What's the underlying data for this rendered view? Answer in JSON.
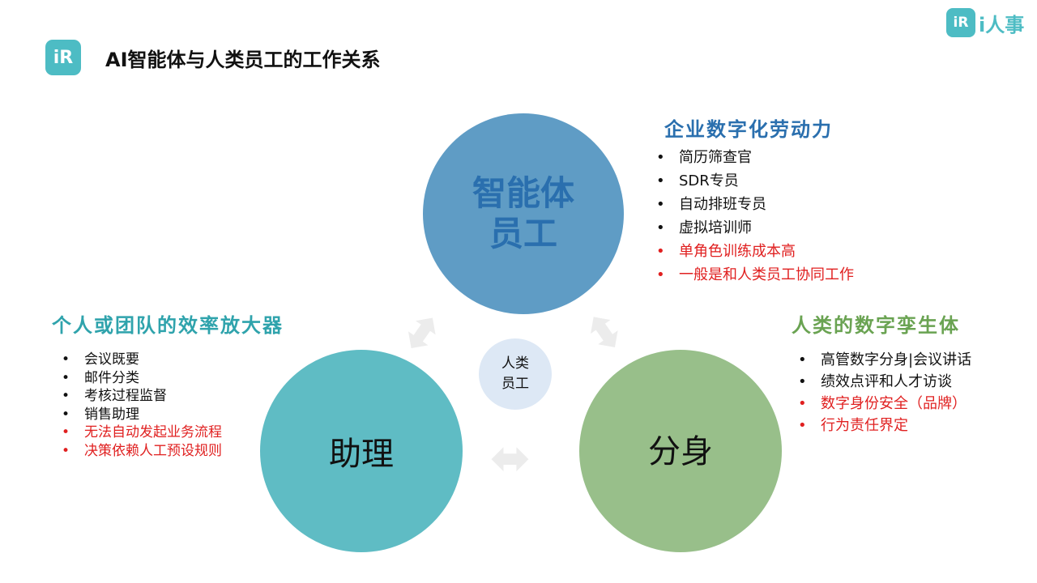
{
  "header": {
    "title": "AI智能体与人类员工的工作关系",
    "logo_text": "iR",
    "brand_name": "i人事"
  },
  "center": {
    "label_line1": "人类",
    "label_line2": "员工"
  },
  "top": {
    "circle_line1": "智能体",
    "circle_line2": "员工",
    "heading": "企业数字化劳动力",
    "items": [
      {
        "text": "简历筛查官",
        "red": false
      },
      {
        "text": "SDR专员",
        "red": false
      },
      {
        "text": "自动排班专员",
        "red": false
      },
      {
        "text": "虚拟培训师",
        "red": false
      },
      {
        "text": "单角色训练成本高",
        "red": true
      },
      {
        "text": "一般是和人类员工协同工作",
        "red": true
      }
    ]
  },
  "left": {
    "circle": "助理",
    "heading": "个人或团队的效率放大器",
    "items": [
      {
        "text": "会议既要",
        "red": false
      },
      {
        "text": "邮件分类",
        "red": false
      },
      {
        "text": "考核过程监督",
        "red": false
      },
      {
        "text": "销售助理",
        "red": false
      },
      {
        "text": "无法自动发起业务流程",
        "red": true
      },
      {
        "text": "决策依赖人工预设规则",
        "red": true
      }
    ]
  },
  "right": {
    "circle": "分身",
    "heading": "人类的数字孪生体",
    "items": [
      {
        "text": "高管数字分身|会议讲话",
        "red": false
      },
      {
        "text": "绩效点评和人才访谈",
        "red": false
      },
      {
        "text": "数字身份安全（品牌）",
        "red": true
      },
      {
        "text": "行为责任界定",
        "red": true
      }
    ]
  },
  "colors": {
    "blue": "#5f9cc5",
    "teal": "#5fbcc4",
    "green": "#98bf8a",
    "center": "#dde8f5"
  }
}
